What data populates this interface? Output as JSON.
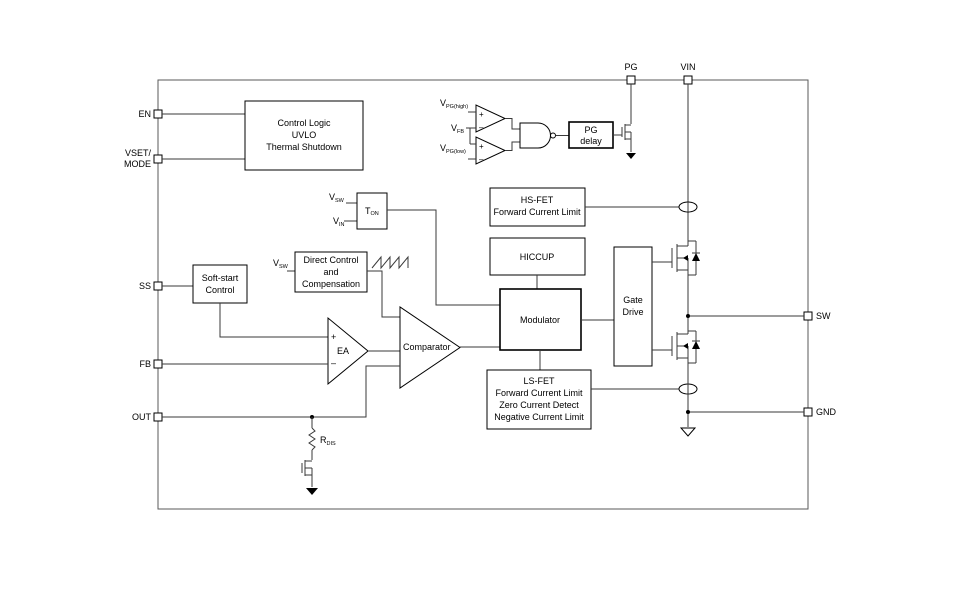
{
  "pins": {
    "en": "EN",
    "vset_line1": "VSET/",
    "vset_line2": "MODE",
    "ss": "SS",
    "fb": "FB",
    "out": "OUT",
    "pg": "PG",
    "vin": "VIN",
    "sw": "SW",
    "gnd": "GND"
  },
  "blocks": {
    "control_logic": [
      "Control Logic",
      "UVLO",
      "Thermal Shutdown"
    ],
    "pg_delay": [
      "PG",
      "delay"
    ],
    "ton": {
      "main": "T",
      "sub": "ON"
    },
    "hs_fet": [
      "HS-FET",
      "Forward Current Limit"
    ],
    "hiccup": "HICCUP",
    "direct_control": [
      "Direct Control",
      "and",
      "Compensation"
    ],
    "soft_start": [
      "Soft-start",
      "Control"
    ],
    "modulator": "Modulator",
    "gate_drive": [
      "Gate",
      "Drive"
    ],
    "ea": "EA",
    "comparator": "Comparator",
    "ls_fet": [
      "LS-FET",
      "Forward Current Limit",
      "Zero Current Detect",
      "Negative Current Limit"
    ]
  },
  "signals": {
    "vpg_high": {
      "main": "V",
      "sub": "PG(high)"
    },
    "vfb": {
      "main": "V",
      "sub": "FB"
    },
    "vpg_low": {
      "main": "V",
      "sub": "PG(low)"
    },
    "vsw_ton": {
      "main": "V",
      "sub": "SW"
    },
    "vin_ton": {
      "main": "V",
      "sub": "IN"
    },
    "vsw_direct": {
      "main": "V",
      "sub": "SW"
    },
    "rdis": {
      "main": "R",
      "sub": "DIS"
    },
    "plus": "+",
    "minus": "–"
  }
}
